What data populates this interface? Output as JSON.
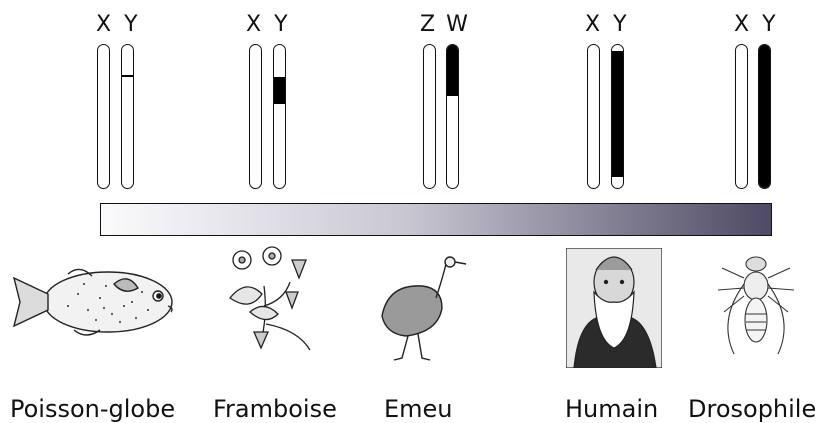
{
  "species": [
    {
      "name": "Poisson-globe",
      "chr1": "X",
      "chr2": "Y",
      "icon": "pufferfish-icon"
    },
    {
      "name": "Framboise",
      "chr1": "X",
      "chr2": "Y",
      "icon": "strawberry-plant-icon"
    },
    {
      "name": "Emeu",
      "chr1": "Z",
      "chr2": "W",
      "icon": "emu-icon"
    },
    {
      "name": "Humain",
      "chr1": "X",
      "chr2": "Y",
      "icon": "human-portrait-icon"
    },
    {
      "name": "Drosophile",
      "chr1": "X",
      "chr2": "Y",
      "icon": "fruit-fly-icon"
    }
  ],
  "colors": {
    "gradient_start": "#fbfbfd",
    "gradient_end": "#4f4a64",
    "band": "#000000"
  }
}
